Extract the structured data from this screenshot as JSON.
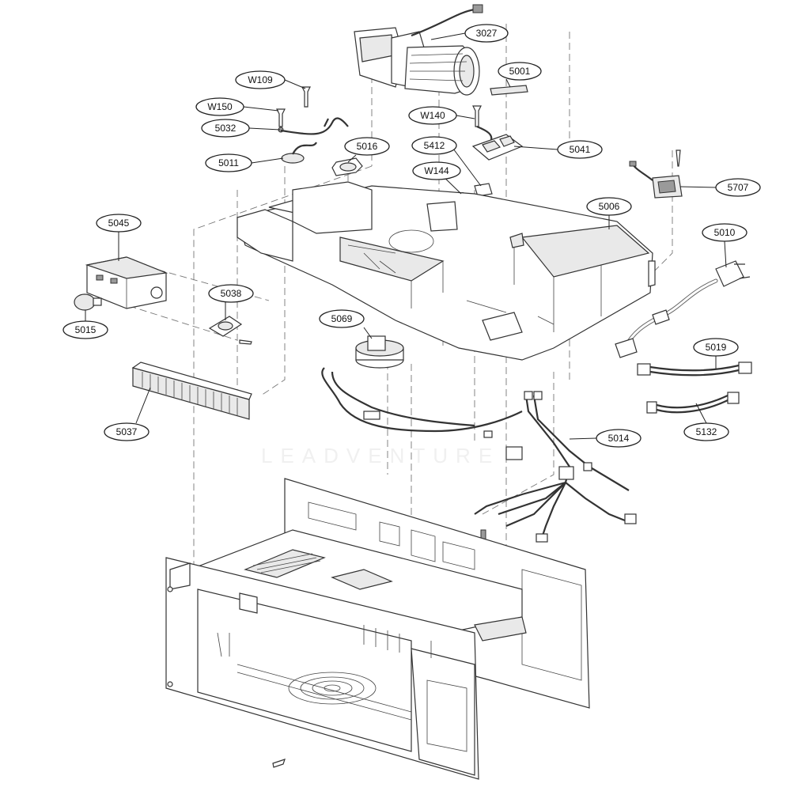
{
  "diagram": {
    "watermark": "LEADVENTURE",
    "callouts": [
      {
        "id": "3027",
        "text": "3027"
      },
      {
        "id": "5001",
        "text": "5001"
      },
      {
        "id": "W109",
        "text": "W109"
      },
      {
        "id": "W150",
        "text": "W150"
      },
      {
        "id": "5032",
        "text": "5032"
      },
      {
        "id": "W140",
        "text": "W140"
      },
      {
        "id": "5011",
        "text": "5011"
      },
      {
        "id": "5016",
        "text": "5016"
      },
      {
        "id": "5412",
        "text": "5412"
      },
      {
        "id": "5041",
        "text": "5041"
      },
      {
        "id": "W144",
        "text": "W144"
      },
      {
        "id": "5707",
        "text": "5707"
      },
      {
        "id": "5006",
        "text": "5006"
      },
      {
        "id": "5045",
        "text": "5045"
      },
      {
        "id": "5010",
        "text": "5010"
      },
      {
        "id": "5038",
        "text": "5038"
      },
      {
        "id": "5015",
        "text": "5015"
      },
      {
        "id": "5069",
        "text": "5069"
      },
      {
        "id": "5019",
        "text": "5019"
      },
      {
        "id": "5037",
        "text": "5037"
      },
      {
        "id": "5014",
        "text": "5014"
      },
      {
        "id": "5132",
        "text": "5132"
      }
    ]
  }
}
